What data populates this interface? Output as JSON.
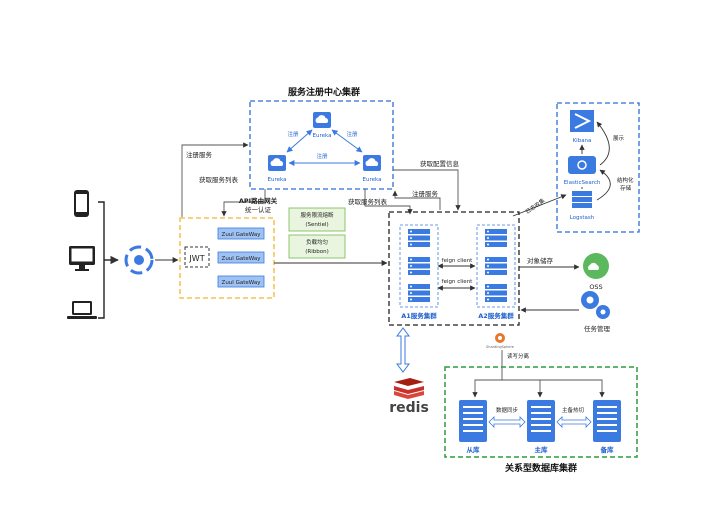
{
  "registry": {
    "title": "服务注册中心集群",
    "node_top": "Eureka",
    "node_left": "Eureka",
    "node_right": "Eureka",
    "edge_left": "注册",
    "edge_right": "注册",
    "edge_bottom": "注册"
  },
  "gateway": {
    "title_line1": "API路由网关",
    "title_line2": "统一认证",
    "jwt": "JWT",
    "instances": [
      "Zuul GateWay",
      "Zuul GateWay",
      "Zuul GateWay"
    ]
  },
  "policies": {
    "circuit_line1": "服务限流熔断",
    "circuit_line2": "(Sentiel)",
    "lb_line1": "负载均匀",
    "lb_line2": "(Ribbon)"
  },
  "services": {
    "a1_label": "A1服务集群",
    "a2_label": "A2服务集群",
    "feign_top": "feign client",
    "feign_bottom": "feign client"
  },
  "edges": {
    "register_service_gateway": "注册服务",
    "fetch_service_list_gateway": "获取服务列表",
    "fetch_config": "获取配置信息",
    "register_service_cluster": "注册服务",
    "fetch_service_list_cluster": "获取服务列表",
    "log_collect": "日志收集",
    "object_storage": "对象储存",
    "read_write_split": "读写分离",
    "display": "展示",
    "structured_storage_line1": "结构化",
    "structured_storage_line2": "存储"
  },
  "elk": {
    "kibana": "Kibana",
    "elasticsearch": "ElasticSearch",
    "logstash": "Logstash"
  },
  "oss": {
    "label": "OSS"
  },
  "tasks": {
    "label": "任务管理"
  },
  "cache": {
    "label": "redis"
  },
  "proxy": {
    "label": "ShardingSphere"
  },
  "database": {
    "title": "关系型数据库集群",
    "slave": "从库",
    "master": "主库",
    "standby": "备库",
    "sync": "数据同步",
    "failover": "主备热切"
  },
  "colors": {
    "accent_blue": "#3b7ae0",
    "dashed_blue": "#2f6ed6",
    "gateway_border": "#f2b632",
    "policy_green": "#8cc46c",
    "policy_fill": "#e9f5de",
    "db_border": "#2e9b3c",
    "redis_red": "#c9302c",
    "oss_green": "#5cb85c"
  }
}
